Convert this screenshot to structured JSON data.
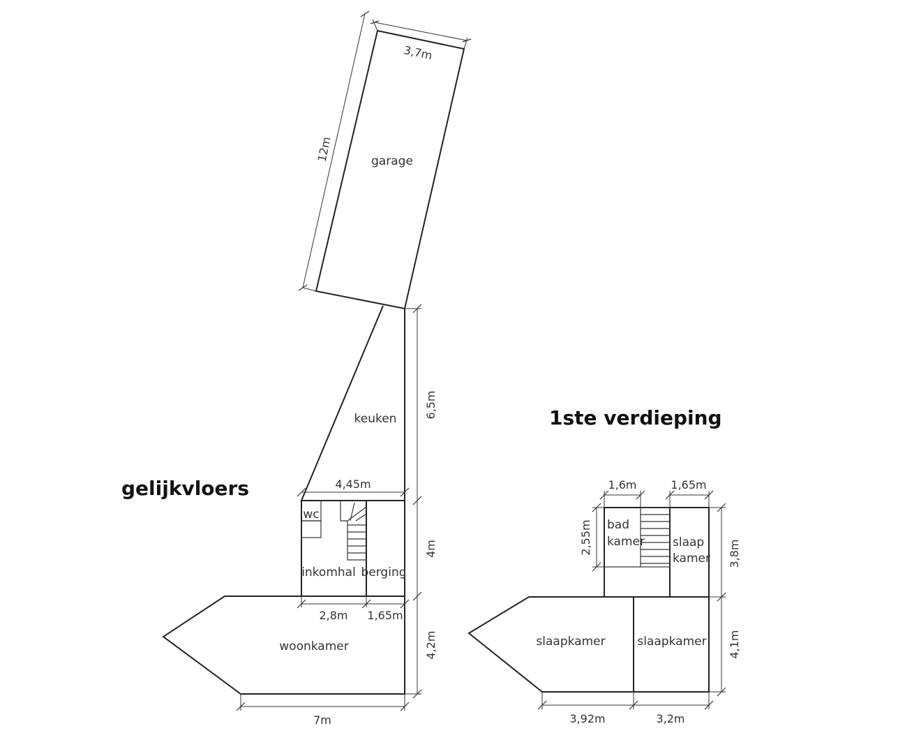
{
  "headings": {
    "ground_floor": "gelijkvloers",
    "first_floor": "1ste verdieping"
  },
  "rooms": {
    "garage": "garage",
    "keuken": "keuken",
    "wc": "wc",
    "inkomhal": "inkomhal",
    "berging": "berging",
    "woonkamer": "woonkamer",
    "bad_1": "bad",
    "bad_2": "kamer",
    "slaap_small_1": "slaap",
    "slaap_small_2": "kamer",
    "slaapkamer_left": "slaapkamer",
    "slaapkamer_right": "slaapkamer"
  },
  "dimensions": {
    "garage_width": "3,7m",
    "garage_length": "12m",
    "keuken_length": "6,5m",
    "keuken_width": "4,45m",
    "hall_depth": "4m",
    "inkomhal_width": "2,8m",
    "berging_width": "1,65m",
    "woonkamer_depth": "4,2m",
    "woonkamer_width": "7m",
    "bad_width": "1,6m",
    "slaap_small_width": "1,65m",
    "bad_depth": "2,55m",
    "upper_depth": "3,8m",
    "lower_depth": "4,1m",
    "slaapkamer_left_width": "3,92m",
    "slaapkamer_right_width": "3,2m"
  }
}
